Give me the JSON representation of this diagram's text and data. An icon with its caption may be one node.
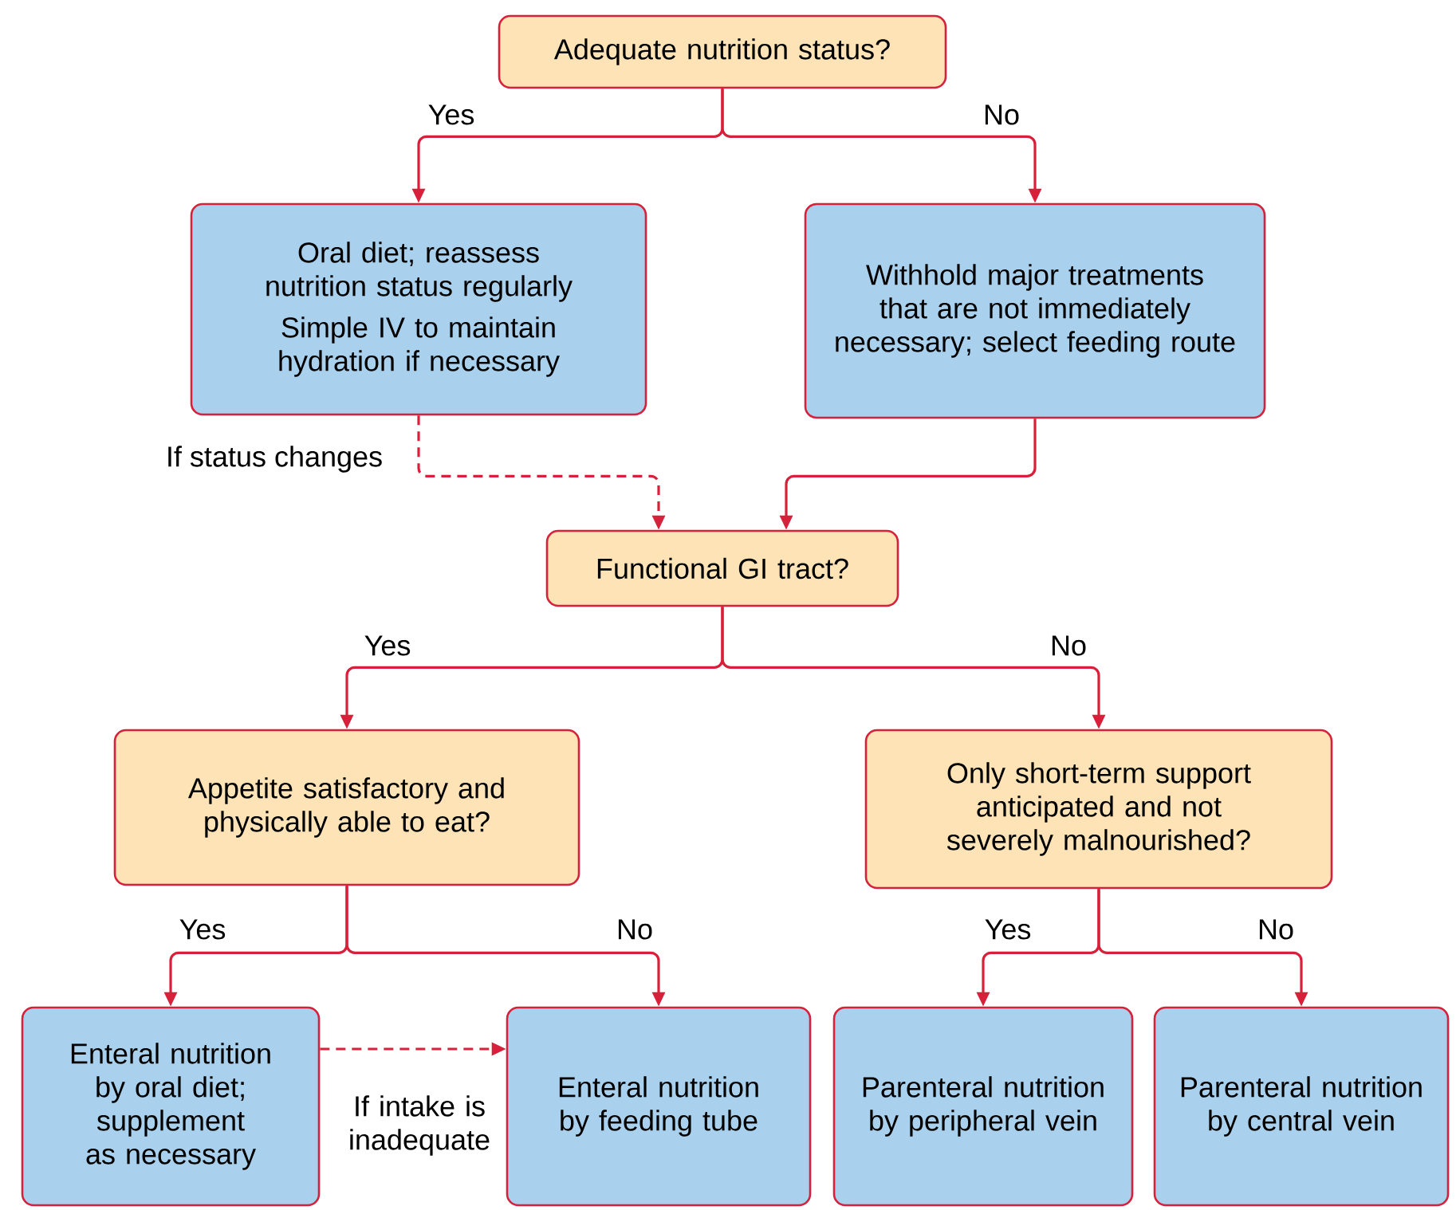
{
  "diagram": {
    "nodes": [
      {
        "text": [
          "Adequate nutrition status?"
        ]
      },
      {
        "text": [
          "Oral diet; reassess nutrition status regularly",
          "Simple IV to maintain hydration if necessary"
        ]
      },
      {
        "text": [
          "Withhold major treatments that are not immediately necessary; select feeding route"
        ]
      },
      {
        "text": [
          "Functional GI tract?"
        ]
      },
      {
        "text": [
          "Appetite satisfactory and physically able to eat?"
        ]
      },
      {
        "text": [
          "Only short-term support anticipated and not severely malnourished?"
        ]
      },
      {
        "text": [
          "Enteral nutrition by oral diet; supplement as necessary"
        ]
      },
      {
        "text": [
          "Enteral nutrition by feeding tube"
        ]
      },
      {
        "text": [
          "Parenteral nutrition by peripheral vein"
        ]
      },
      {
        "text": [
          "Parenteral nutrition by central vein"
        ]
      }
    ],
    "edges": [
      {
        "from": 0,
        "to": 1,
        "arrow": "to",
        "label": "Yes"
      },
      {
        "from": 0,
        "to": 2,
        "arrow": "to",
        "label": "No"
      },
      {
        "from": 1,
        "to": 3,
        "arrow": "to",
        "label": "If status changes",
        "style": "dashed"
      },
      {
        "from": 2,
        "to": 3,
        "arrow": "to"
      },
      {
        "from": 3,
        "to": 4,
        "arrow": "to",
        "label": "Yes"
      },
      {
        "from": 3,
        "to": 5,
        "arrow": "to",
        "label": "No"
      },
      {
        "from": 4,
        "to": 6,
        "arrow": "to",
        "label": "Yes"
      },
      {
        "from": 4,
        "to": 7,
        "arrow": "to",
        "label": "No"
      },
      {
        "from": 6,
        "to": 7,
        "arrow": "to",
        "label": "If intake is inadequate",
        "style": "dashed"
      },
      {
        "from": 5,
        "to": 8,
        "arrow": "to",
        "label": "Yes"
      },
      {
        "from": 5,
        "to": 9,
        "arrow": "to",
        "label": "No"
      }
    ]
  }
}
